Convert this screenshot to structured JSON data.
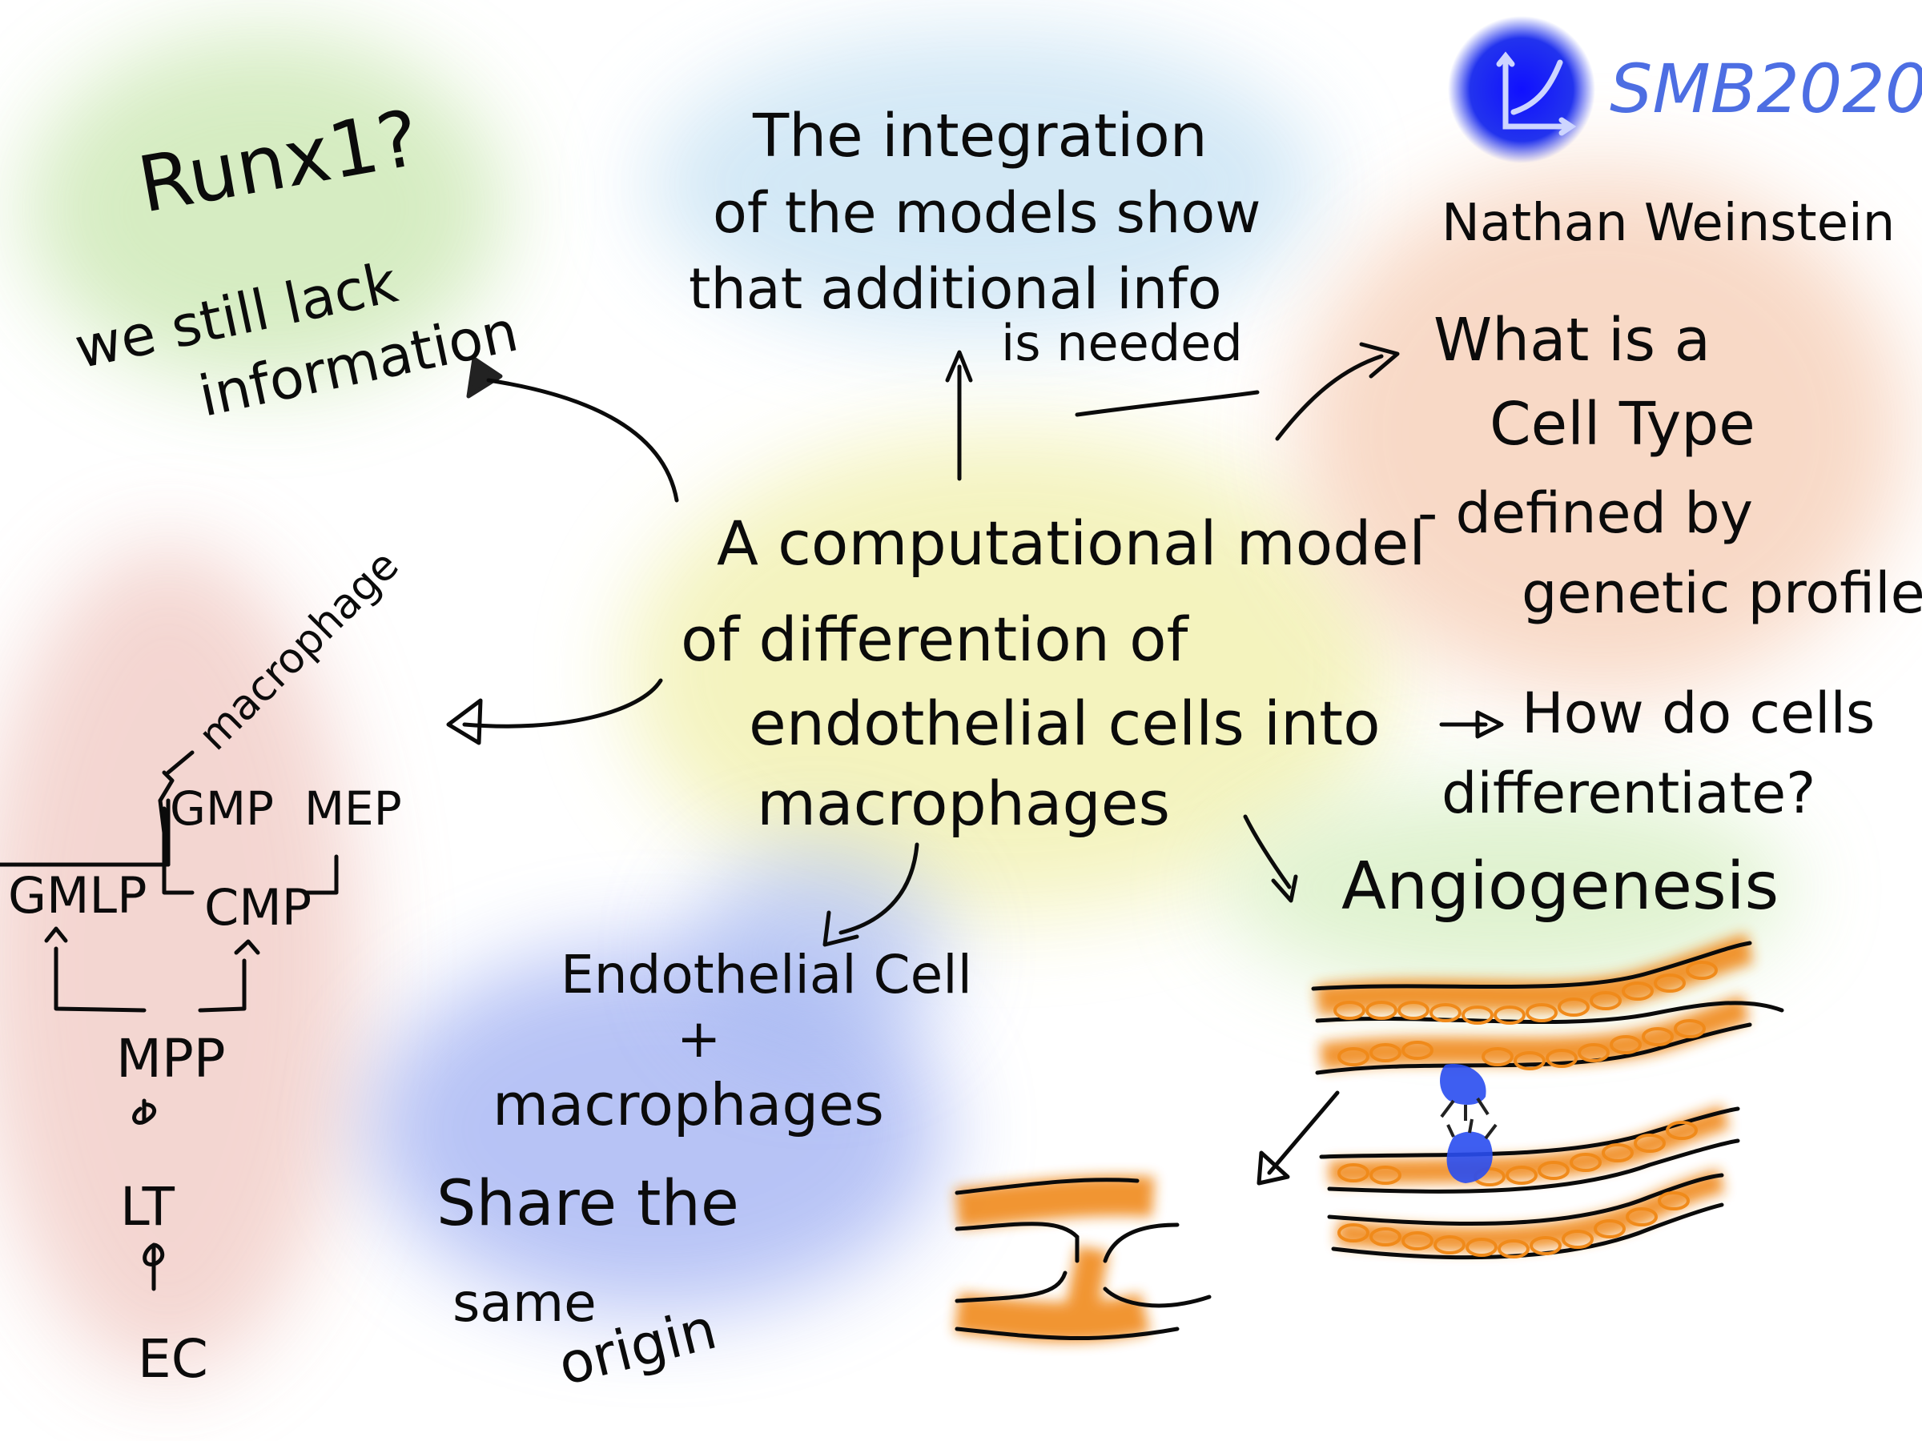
{
  "logo": {
    "text": "SMB2020",
    "color": "#3a5fe0",
    "badge_color": "#1a2bff",
    "icon": "chart-axes-icon"
  },
  "author": "Nathan Weinstein",
  "central": {
    "line1": "A computational model",
    "line2": "of differention of",
    "line3": "endothelial cells into",
    "line4": "macrophages"
  },
  "top_note": {
    "line1": "The integration",
    "line2": "of the models show",
    "line3": "that additional info",
    "line4": "is needed"
  },
  "runx": {
    "line1": "Runx1?",
    "line2": "we still lack",
    "line3": "information"
  },
  "cell_type": {
    "line1": "What is a",
    "line2": "Cell Type",
    "line3": "- defined by",
    "line4": "genetic profile"
  },
  "differentiate": {
    "line1": "How do cells",
    "line2": "differentiate?"
  },
  "angiogenesis": "Angiogenesis",
  "origin": {
    "line1": "Endothelial Cell",
    "plus": "+",
    "line2": "macrophages",
    "line3": "Share the",
    "line4": "same",
    "line5": "origin"
  },
  "hierarchy": {
    "macrophage": "macrophage",
    "gmp": "GMP",
    "mep": "MEP",
    "gmlp": "GMLP",
    "cmp": "CMP",
    "mpp": "MPP",
    "lt": "LT",
    "ec": "EC"
  },
  "colors": {
    "green": "#cfe9b8",
    "blue_light": "#cfe6f5",
    "yellow": "#f3f2b8",
    "orange": "#f7d3bd",
    "red": "#f2cfc9",
    "blue": "#7d93ee",
    "vessel_orange": "#f08a1a",
    "ink": "#0b0b0b"
  }
}
